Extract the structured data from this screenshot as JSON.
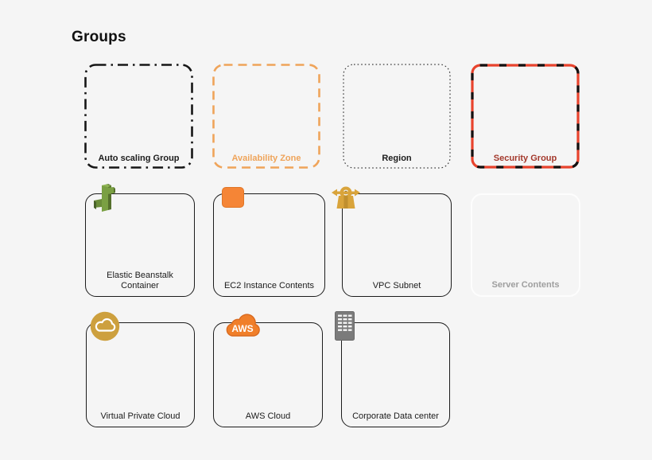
{
  "page": {
    "title": "Groups"
  },
  "colors": {
    "background": "#f5f5f5",
    "availability_orange": "#efa45a",
    "aws_orange": "#f58536",
    "security_red": "#e8432d",
    "security_text_red": "#a3382b",
    "vpc_gold": "#cda03e",
    "lock_gold": "#d9a43b",
    "beanstalk_green": "#7aa043",
    "datacenter_gray": "#7b7b7b",
    "muted_gray_text": "#9e9e9e"
  },
  "groups": [
    {
      "id": "auto-scaling-group",
      "label": "Auto scaling Group",
      "border": "black dash-dot"
    },
    {
      "id": "availability-zone",
      "label": "Availability Zone",
      "border": "orange dashed"
    },
    {
      "id": "region",
      "label": "Region",
      "border": "black dotted"
    },
    {
      "id": "security-group",
      "label": "Security Group",
      "border": "red-black dashed"
    },
    {
      "id": "elastic-beanstalk-container",
      "label": "Elastic Beanstalk Container",
      "border": "solid",
      "icon": "elastic-beanstalk-icon"
    },
    {
      "id": "ec2-instance-contents",
      "label": "EC2 Instance Contents",
      "border": "solid",
      "icon": "ec2-instance-icon"
    },
    {
      "id": "vpc-subnet",
      "label": "VPC Subnet",
      "border": "solid",
      "icon": "subnet-lock-icon"
    },
    {
      "id": "server-contents",
      "label": "Server Contents",
      "border": "none"
    },
    {
      "id": "virtual-private-cloud",
      "label": "Virtual Private Cloud",
      "border": "solid",
      "icon": "vpc-cloud-icon"
    },
    {
      "id": "aws-cloud",
      "label": "AWS Cloud",
      "border": "solid",
      "icon": "aws-cloud-icon"
    },
    {
      "id": "corporate-data-center",
      "label": "Corporate Data center",
      "border": "solid",
      "icon": "datacenter-building-icon"
    }
  ],
  "icons": {
    "aws_cloud_text": "AWS"
  }
}
